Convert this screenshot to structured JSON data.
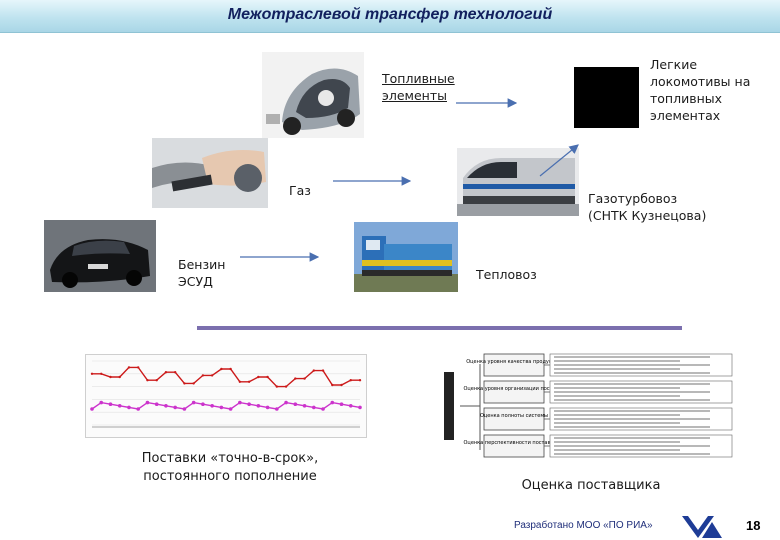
{
  "header": {
    "title": "Межотраслевой трансфер технологий"
  },
  "left_labels": {
    "fuel_cells": "Топливные элементы",
    "gas": "Газ",
    "petrol": "Бензин ЭСУД"
  },
  "right_labels": {
    "light_loco": "Легкие локомотивы на топливных элементах",
    "gas_turbine_loco": "Газотурбовоз (СНТК Кузнецова)",
    "diesel_loco": "Тепловоз"
  },
  "captions": {
    "just_in_time": "Поставки «точно-в-срок», постоянного пополнение",
    "supplier_rating": "Оценка поставщика"
  },
  "supplier_diagram": {
    "boxes": [
      "Оценка уровня качества продукции",
      "Оценка уровня организации поставок",
      "Оценка полноты системы",
      "Оценка перспективности поставщика"
    ]
  },
  "chart_data": {
    "type": "line",
    "series": [
      {
        "values": [
          32,
          32,
          30,
          30,
          36,
          36,
          28,
          28,
          33,
          33,
          26,
          26,
          31,
          31,
          35,
          35,
          27,
          27,
          30,
          30,
          24,
          24,
          29,
          29,
          34,
          34,
          25,
          25,
          28,
          28
        ]
      },
      {
        "values": [
          10,
          14,
          13,
          12,
          11,
          10,
          14,
          13,
          12,
          11,
          10,
          14,
          13,
          12,
          11,
          10,
          14,
          13,
          12,
          11,
          10,
          14,
          13,
          12,
          11,
          10,
          14,
          13,
          12,
          11
        ]
      }
    ]
  },
  "colors": {
    "title": "#12205e",
    "divider": "#7b6fae",
    "series_1": "#cc1a1a",
    "series_2": "#cc33cc"
  },
  "footer": {
    "developer": "Разработано МОО «ПО РИА»",
    "page": "18"
  }
}
